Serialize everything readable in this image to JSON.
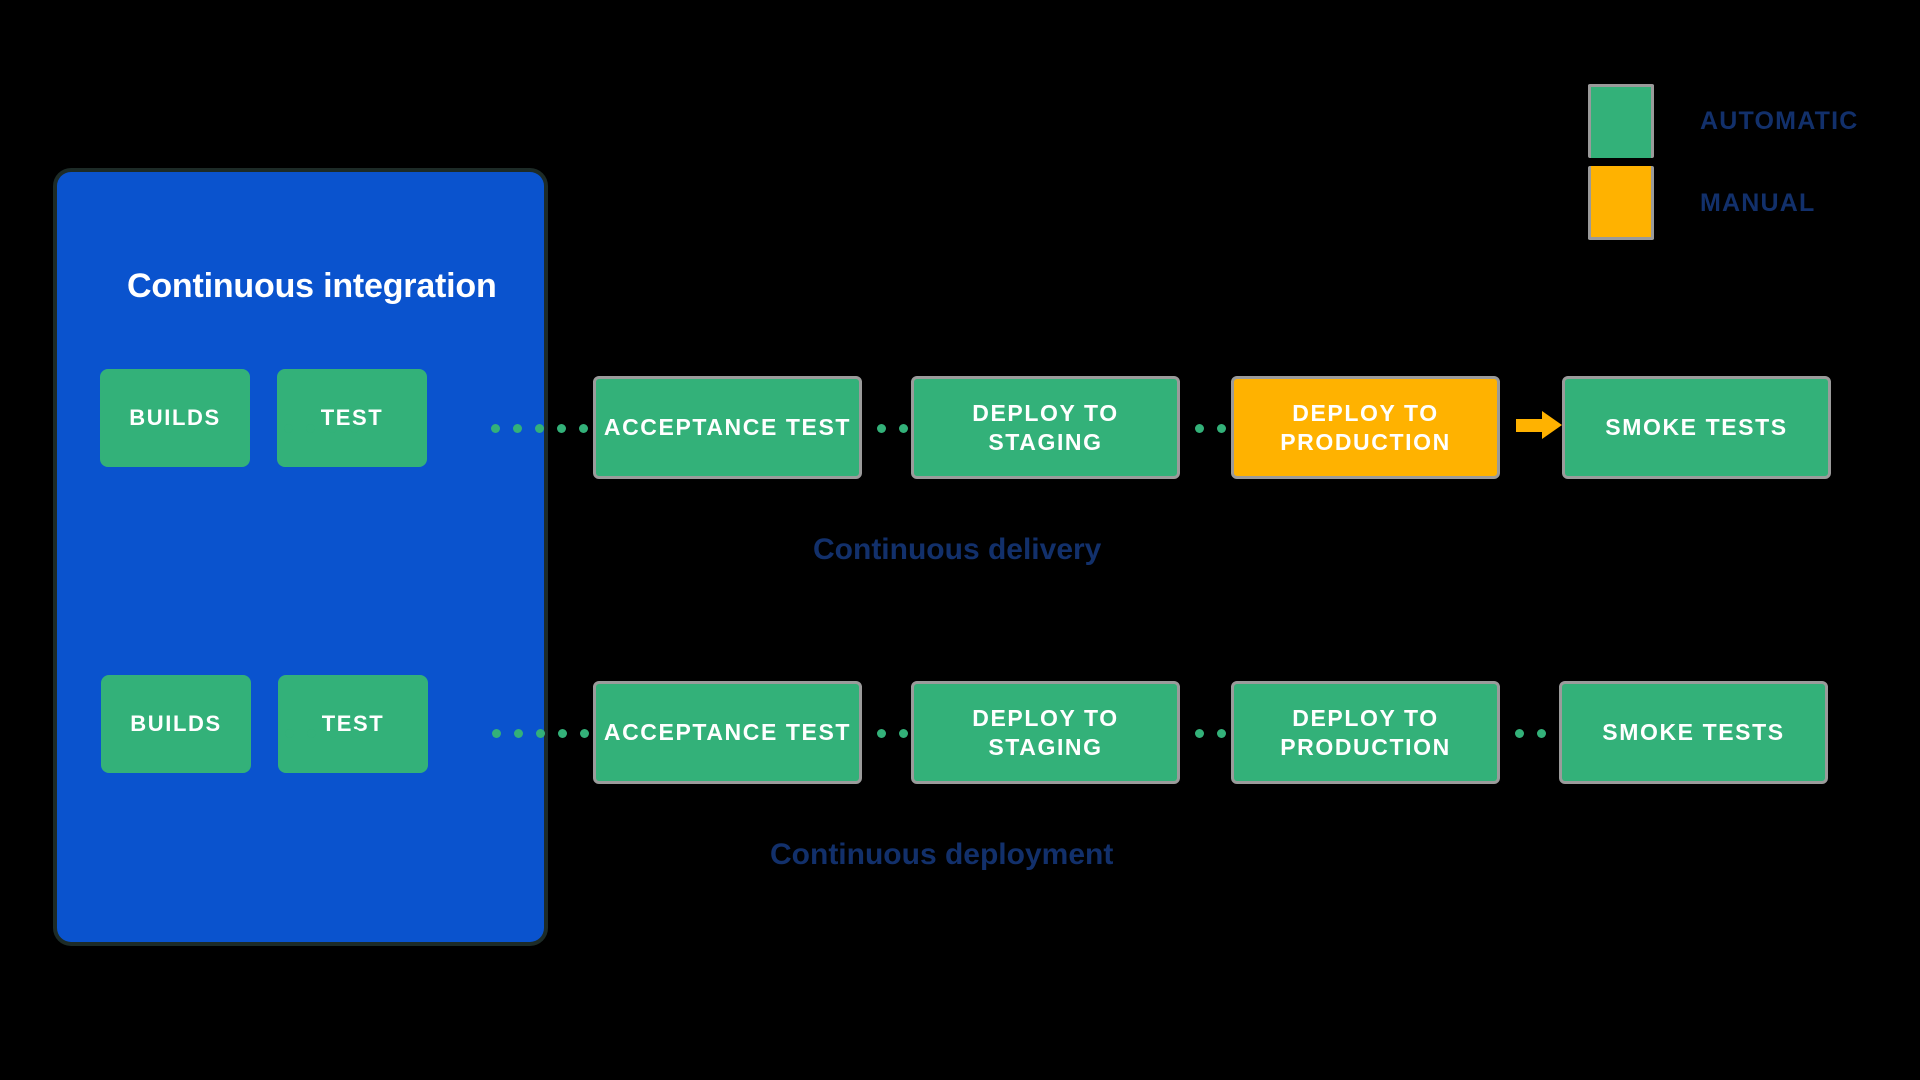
{
  "legend": {
    "items": [
      {
        "label": "AUTOMATIC",
        "color": "#33b179",
        "swatch_name": "automatic-swatch"
      },
      {
        "label": "MANUAL",
        "color": "#ffb200",
        "swatch_name": "manual-swatch"
      }
    ]
  },
  "ci_panel": {
    "title": "Continuous integration",
    "background": "#0a53ce",
    "stages_top": [
      {
        "label": "BUILDS",
        "type": "automatic",
        "color": "#33b179"
      },
      {
        "label": "TEST",
        "type": "automatic",
        "color": "#33b179"
      }
    ],
    "stages_bottom": [
      {
        "label": "BUILDS",
        "type": "automatic",
        "color": "#33b179"
      },
      {
        "label": "TEST",
        "type": "automatic",
        "color": "#33b179"
      }
    ]
  },
  "delivery_flow": {
    "caption": "Continuous delivery",
    "stages": [
      {
        "label": "ACCEPTANCE TEST",
        "type": "automatic",
        "color": "#33b179"
      },
      {
        "label": "DEPLOY TO STAGING",
        "type": "automatic",
        "color": "#33b179"
      },
      {
        "label": "DEPLOY TO PRODUCTION",
        "type": "manual",
        "color": "#ffb200"
      },
      {
        "label": "SMOKE TESTS",
        "type": "automatic",
        "color": "#33b179"
      }
    ],
    "connectors": [
      "dotted",
      "dotted",
      "arrow"
    ]
  },
  "deployment_flow": {
    "caption": "Continuous deployment",
    "stages": [
      {
        "label": "ACCEPTANCE TEST",
        "type": "automatic",
        "color": "#33b179"
      },
      {
        "label": "DEPLOY TO STAGING",
        "type": "automatic",
        "color": "#33b179"
      },
      {
        "label": "DEPLOY TO PRODUCTION",
        "type": "automatic",
        "color": "#33b179"
      },
      {
        "label": "SMOKE TESTS",
        "type": "automatic",
        "color": "#33b179"
      }
    ],
    "connectors": [
      "dotted",
      "dotted",
      "dotted"
    ]
  },
  "colors": {
    "background": "#000000",
    "panel_blue": "#0a53ce",
    "automatic_green": "#33b179",
    "manual_orange": "#ffb200",
    "caption_navy": "#12306b",
    "box_border_gray": "#9b9b9b"
  }
}
